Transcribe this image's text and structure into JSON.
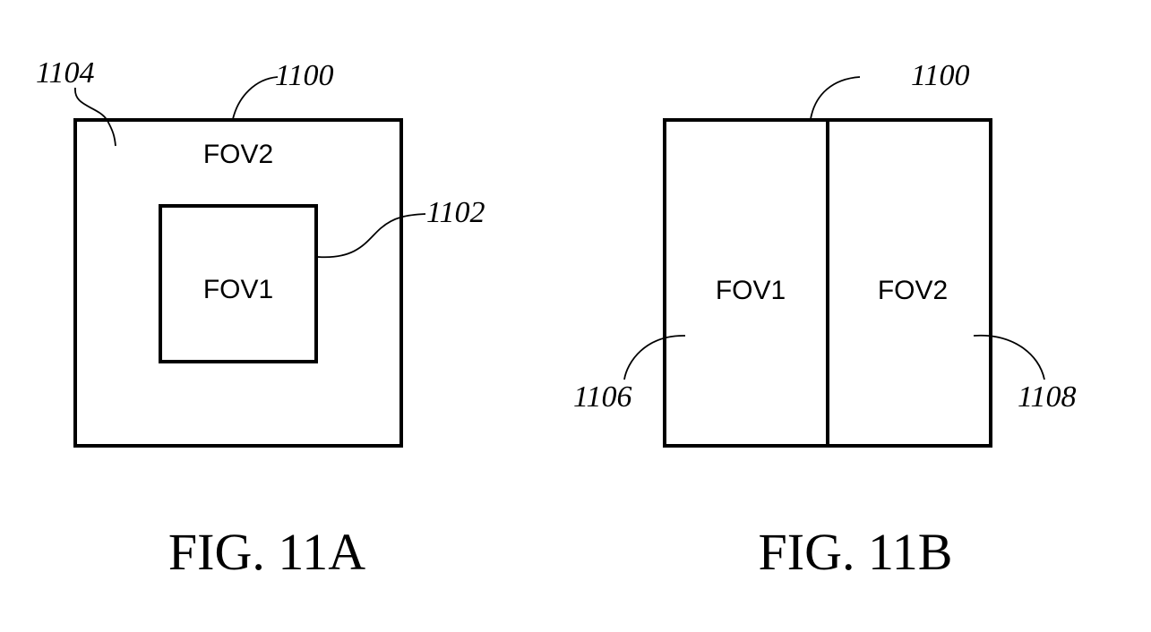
{
  "figures": [
    {
      "id": "fig-11a",
      "caption": "FIG. 11A",
      "outer_region_label": "FOV2",
      "inner_region_label": "FOV1",
      "reference_numerals": {
        "outer_area": "1104",
        "frame": "1100",
        "inner_box": "1102"
      }
    },
    {
      "id": "fig-11b",
      "caption": "FIG. 11B",
      "left_region_label": "FOV1",
      "right_region_label": "FOV2",
      "reference_numerals": {
        "frame": "1100",
        "left_region": "1106",
        "right_region": "1108"
      }
    }
  ]
}
